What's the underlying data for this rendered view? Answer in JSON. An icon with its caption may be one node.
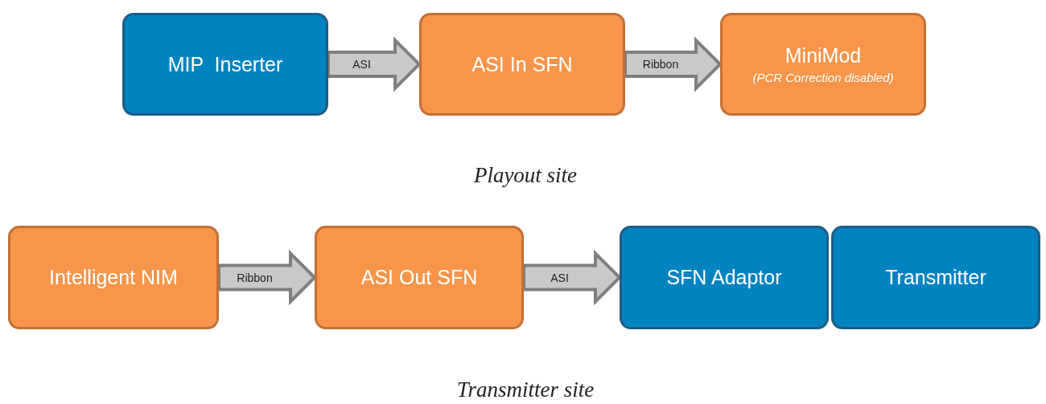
{
  "diagram": {
    "nodes": [
      {
        "text": [
          "MIP  Inserter"
        ]
      },
      {
        "text": [
          "ASI In SFN"
        ]
      },
      {
        "text": [
          "MiniMod",
          "(PCR Correction disabled)"
        ]
      },
      {
        "text": [
          "Intelligent NIM"
        ]
      },
      {
        "text": [
          "ASI Out SFN"
        ]
      },
      {
        "text": [
          "SFN Adaptor"
        ]
      },
      {
        "text": [
          "Transmitter"
        ]
      }
    ],
    "edges": [
      {
        "from": 0,
        "to": 1,
        "arrow": "to",
        "label": "ASI"
      },
      {
        "from": 1,
        "to": 2,
        "arrow": "to",
        "label": "Ribbon"
      },
      {
        "from": 3,
        "to": 4,
        "arrow": "to",
        "label": "Ribbon"
      },
      {
        "from": 4,
        "to": 5,
        "arrow": "to",
        "label": "ASI"
      }
    ],
    "labels": [
      "Playout site",
      "Transmitter site"
    ]
  }
}
